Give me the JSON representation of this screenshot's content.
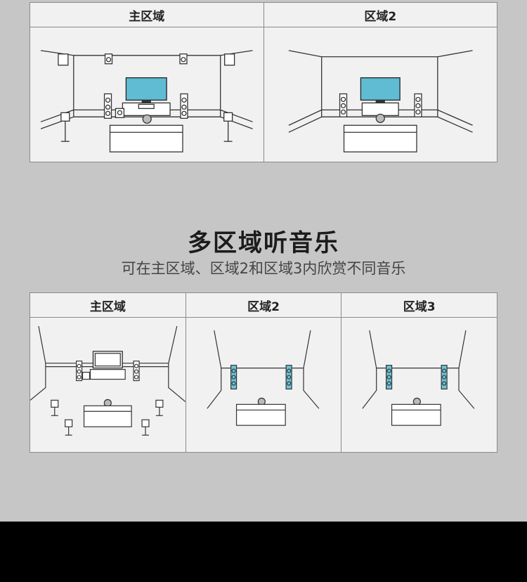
{
  "top_panels": [
    {
      "label": "主区域"
    },
    {
      "label": "区域2"
    }
  ],
  "section": {
    "title": "多区域听音乐",
    "subtitle": "可在主区域、区域2和区域3内欣赏不同音乐"
  },
  "bottom_panels": [
    {
      "label": "主区域"
    },
    {
      "label": "区域2"
    },
    {
      "label": "区域3"
    }
  ],
  "colors": {
    "background": "#c6c6c6",
    "panel": "#f1f1f1",
    "tv_screen": "#5fbcd3",
    "speaker_accent": "#6cc4d8",
    "footer": "#000000"
  }
}
